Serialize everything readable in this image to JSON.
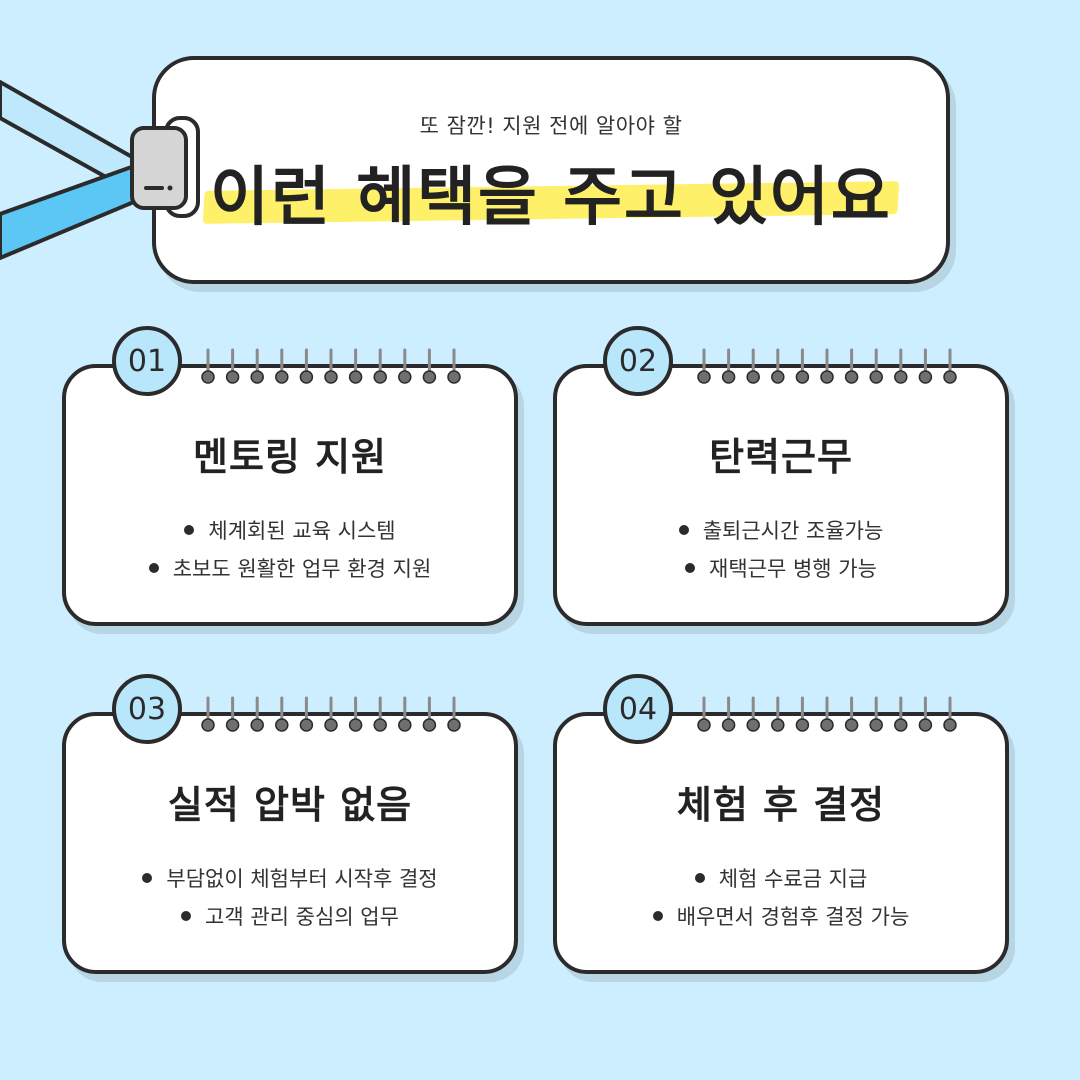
{
  "header": {
    "subtitle": "또 잠깐! 지원 전에 알아야 할",
    "title": "이런 혜택을 주고 있어요"
  },
  "colors": {
    "background": "#cdeefe",
    "highlight": "#fff06a",
    "badge": "#b8e6fb",
    "outline": "#2b2b2b",
    "strap_light": "#bfe8fd",
    "strap_dark": "#5cc6f5"
  },
  "cards": [
    {
      "number": "01",
      "title": "멘토링 지원",
      "bullets": [
        "체계회된 교육 시스템",
        "초보도 원활한 업무 환경  지원"
      ]
    },
    {
      "number": "02",
      "title": "탄력근무",
      "bullets": [
        "출퇴근시간 조율가능",
        "재택근무 병행 가능"
      ]
    },
    {
      "number": "03",
      "title": "실적 압박 없음",
      "bullets": [
        "부담없이 체험부터 시작후 결정",
        "고객 관리 중심의 업무"
      ]
    },
    {
      "number": "04",
      "title": "체험 후 결정",
      "bullets": [
        "체험 수료금 지급",
        "배우면서 경험후 결정 가능"
      ]
    }
  ]
}
